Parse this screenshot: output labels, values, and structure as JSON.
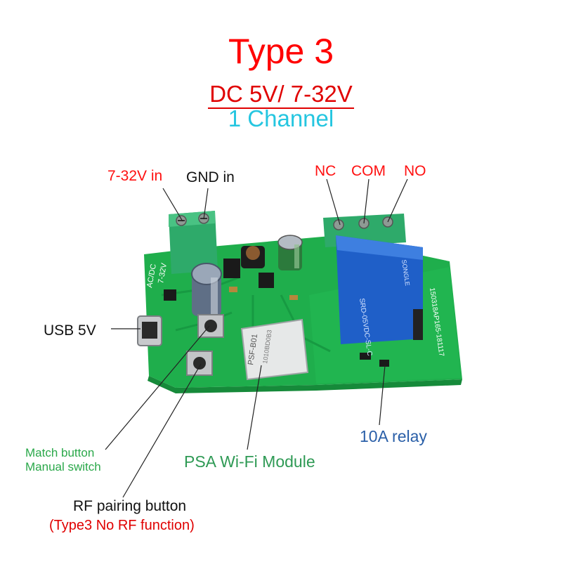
{
  "title": "Type 3",
  "voltage": "DC 5V/ 7-32V",
  "channel": "1 Channel",
  "labels": {
    "vin": "7-32V in",
    "gnd": "GND in",
    "nc": "NC",
    "com": "COM",
    "no": "NO",
    "usb": "USB 5V",
    "match_button": "Match button",
    "manual_switch": "Manual switch",
    "wifi_module": "PSA Wi-Fi Module",
    "relay": "10A relay",
    "rf_button": "RF pairing button",
    "rf_note": "(Type3 No RF function)"
  },
  "board_markings": {
    "silk_left": "AC/DC",
    "silk_left2": "7-32V",
    "relay_text": "SRD-05VDC-SL-C",
    "relay_brand": "SONGLE",
    "serial": "150318AP165-181117",
    "module_text": "PSF-B01"
  },
  "colors": {
    "title": "#ff0000",
    "channel": "#25c6e0",
    "board": "#1fae4c",
    "relay": "#1f5fc8",
    "terminal": "#2eaa6a",
    "wifi_label": "#2aa84a",
    "relay_label": "#2a5fa8"
  }
}
